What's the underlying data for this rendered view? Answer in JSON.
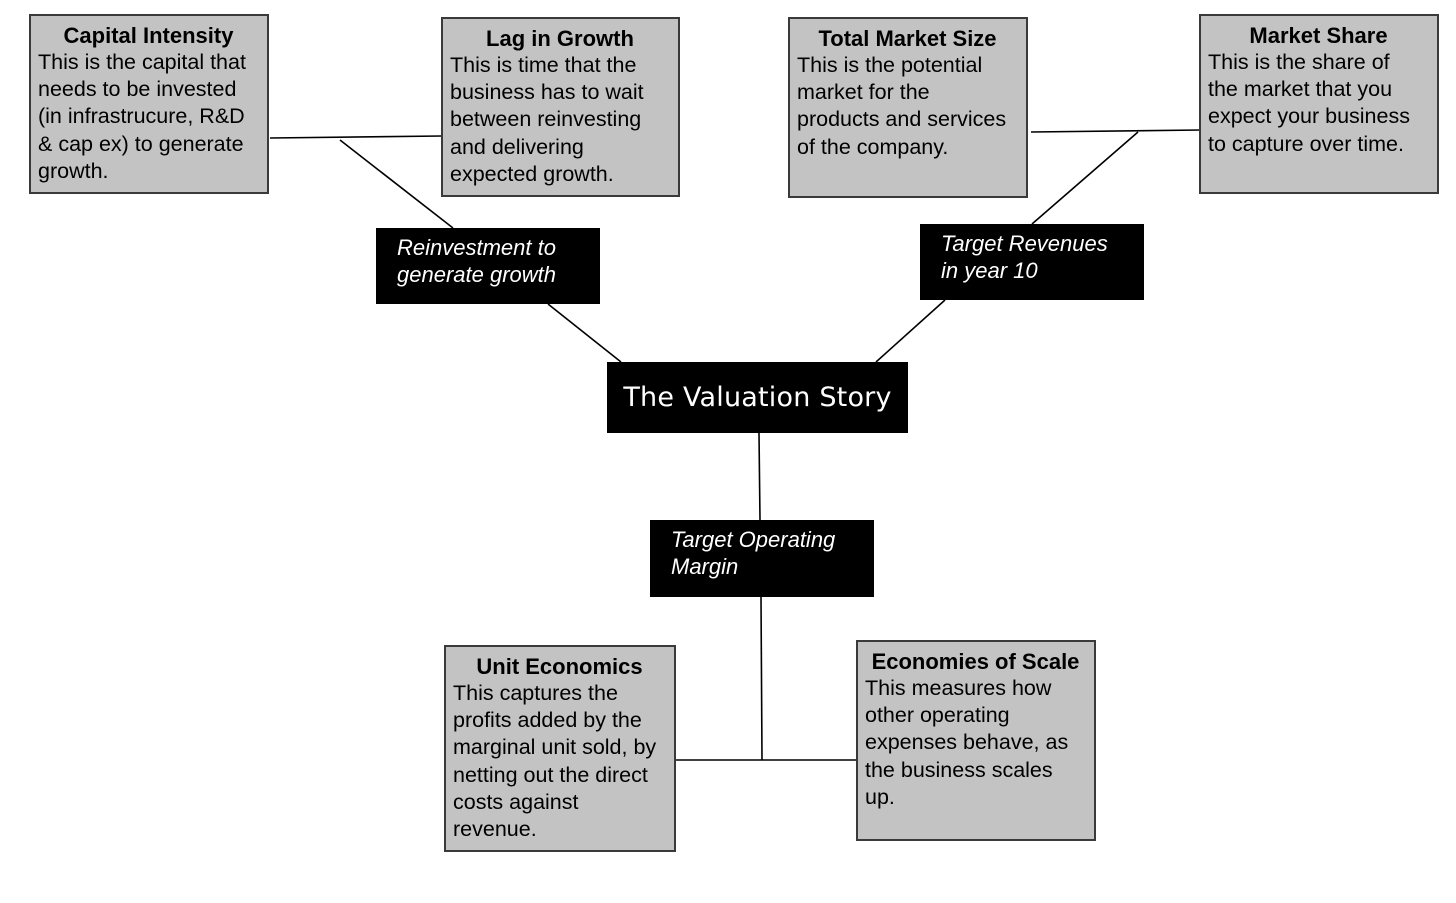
{
  "center": {
    "label": "The Valuation Story"
  },
  "drivers": {
    "reinvestment": {
      "label": "Reinvestment to\ngenerate growth"
    },
    "revenues": {
      "label": "Target Revenues\nin year 10"
    },
    "margin": {
      "label": "Target Operating\nMargin"
    }
  },
  "factors": {
    "capital_intensity": {
      "title": "Capital Intensity",
      "body": "This is the capital that\nneeds to be invested\n(in infrastrucure, R&D\n& cap ex) to generate\ngrowth."
    },
    "lag_in_growth": {
      "title": "Lag in Growth",
      "body": "This is time that the\nbusiness has to wait\nbetween reinvesting\nand delivering\nexpected growth."
    },
    "total_market_size": {
      "title": "Total Market Size",
      "body": "This is the potential\nmarket for the\nproducts and services\nof the company."
    },
    "market_share": {
      "title": "Market Share",
      "body": "This is the share of\nthe market that you\nexpect your business\nto capture over time."
    },
    "unit_economics": {
      "title": "Unit Economics",
      "body": "This captures the\nprofits added by the\nmarginal unit sold, by\nnetting out the direct\ncosts against\nrevenue."
    },
    "economies_of_scale": {
      "title": "Economies of Scale",
      "body": "This measures how\nother operating\nexpenses behave, as\nthe business scales\nup."
    }
  }
}
